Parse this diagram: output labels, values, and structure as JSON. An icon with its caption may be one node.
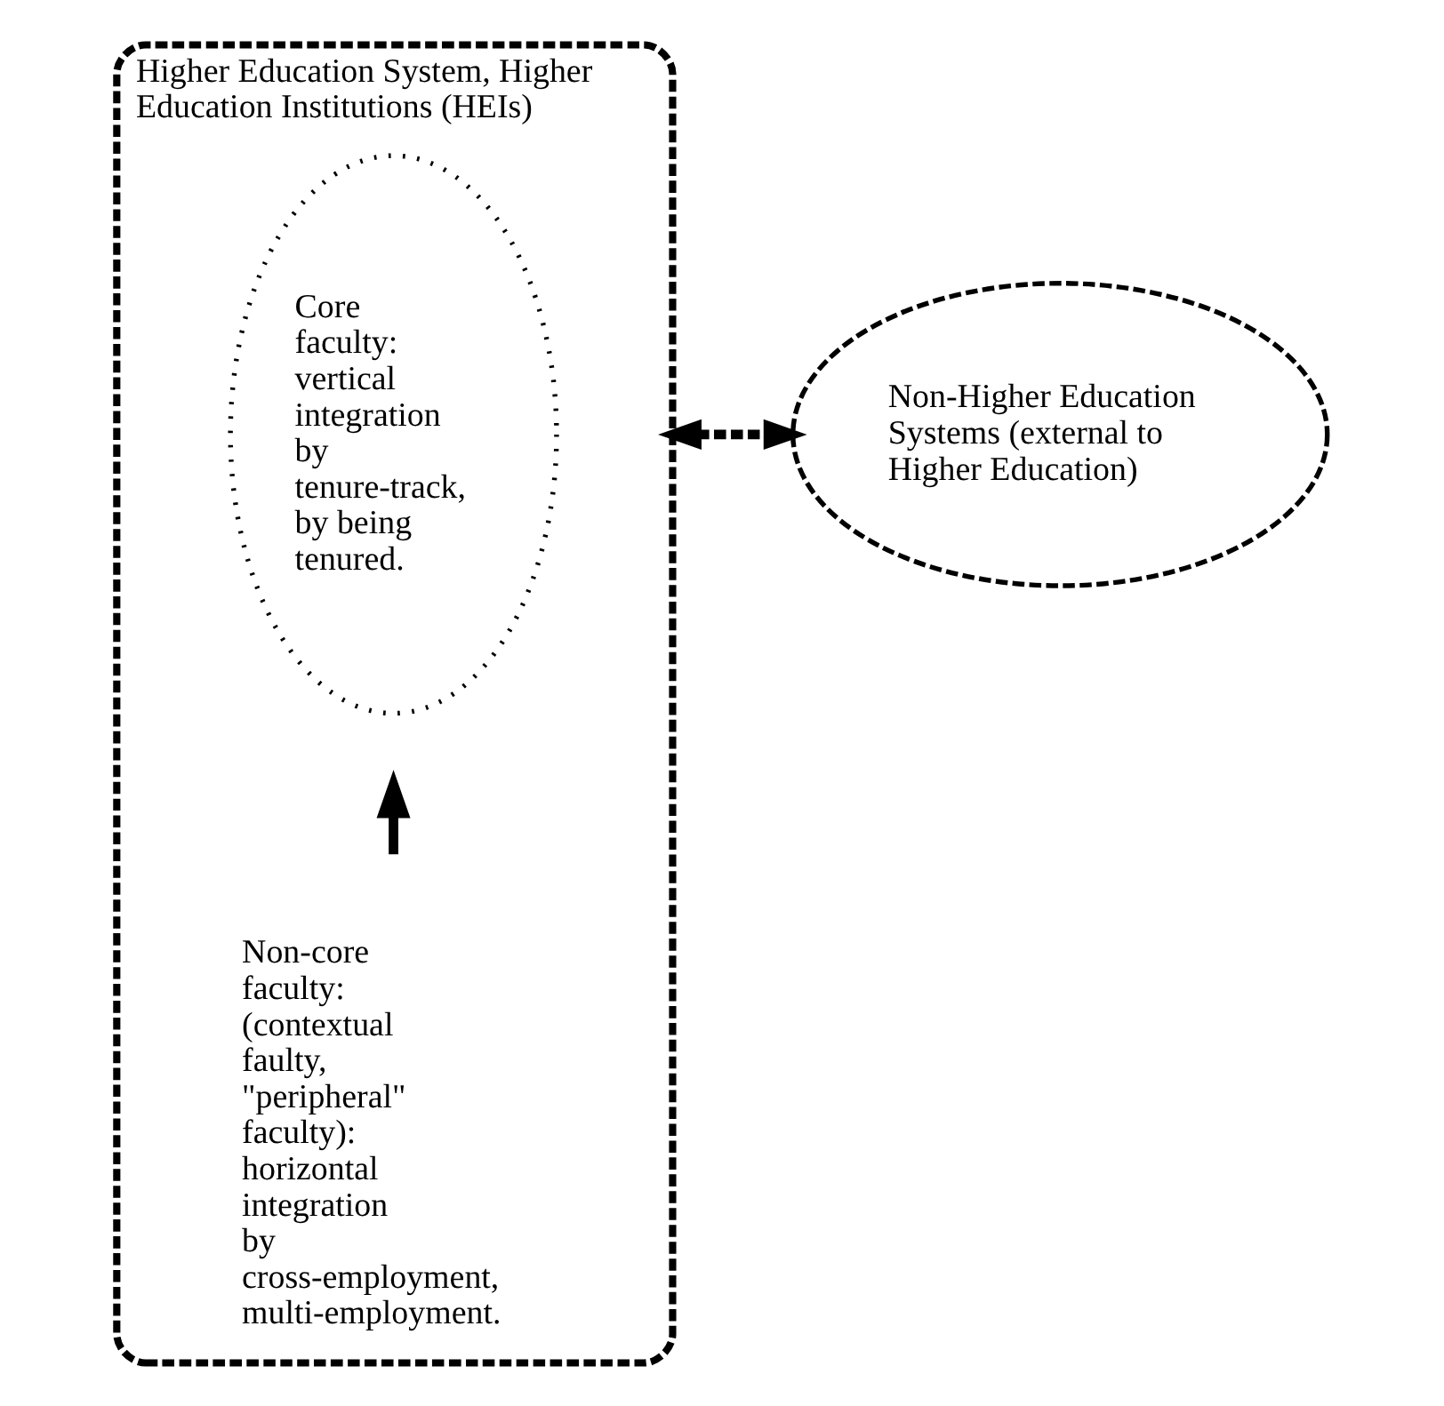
{
  "diagram": {
    "nodes": [
      {
        "text": [
          "Higher Education System, Higher Education Institutions (HEIs)",
          "Non-core faculty: (contextual faulty, \"peripheral\" faculty): horizontal integration by cross-employment, multi-employment."
        ]
      },
      {
        "text": [
          "Core faculty: vertical integration by tenure-track, by being tenured."
        ],
        "in": 0
      },
      {
        "text": [
          "Non-Higher Education Systems (external to Higher Education)"
        ]
      }
    ],
    "edges": [
      {
        "from": 0,
        "to": 2,
        "arrow": "both",
        "style": "dashed"
      }
    ]
  }
}
